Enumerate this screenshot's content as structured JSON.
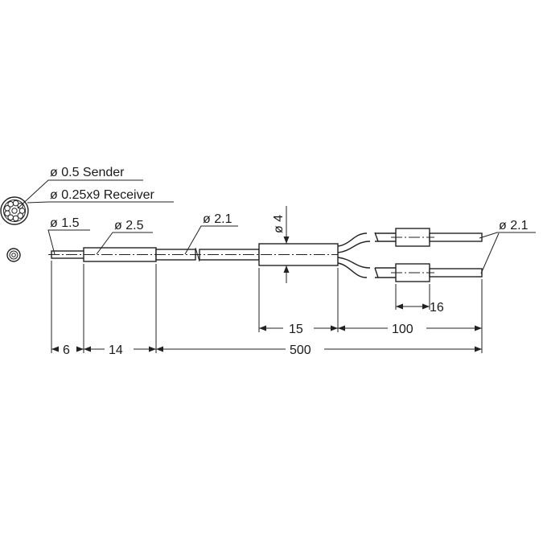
{
  "cross_section": {
    "sender_label": "ø 0.5 Sender",
    "receiver_label": "ø 0.25x9 Receiver"
  },
  "diameters": {
    "tip": "ø 1.5",
    "sleeve": "ø 2.5",
    "cable": "ø 2.1",
    "splitter": "ø 4",
    "branch": "ø 2.1"
  },
  "lengths": {
    "tip": "6",
    "sleeve": "14",
    "total": "500",
    "splitter": "15",
    "branch": "100",
    "ferrule": "16"
  }
}
